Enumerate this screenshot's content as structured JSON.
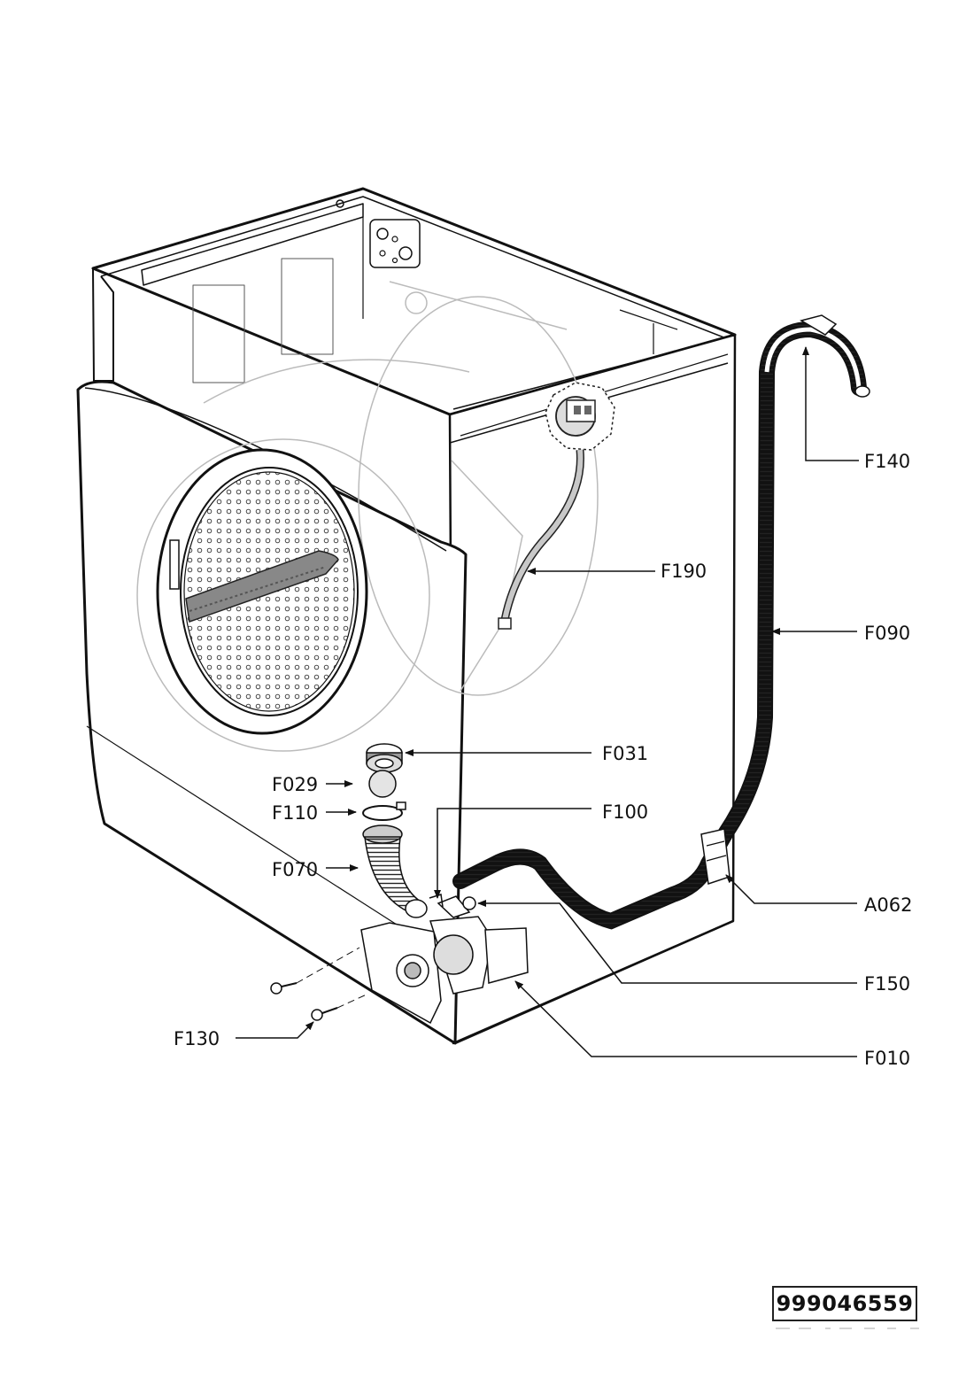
{
  "labels": {
    "F140": "F140",
    "F190": "F190",
    "F090": "F090",
    "F031": "F031",
    "F029": "F029",
    "F110": "F110",
    "F100": "F100",
    "F070": "F070",
    "A062": "A062",
    "F150": "F150",
    "F130": "F130",
    "F010": "F010"
  },
  "document_number": "999046559"
}
